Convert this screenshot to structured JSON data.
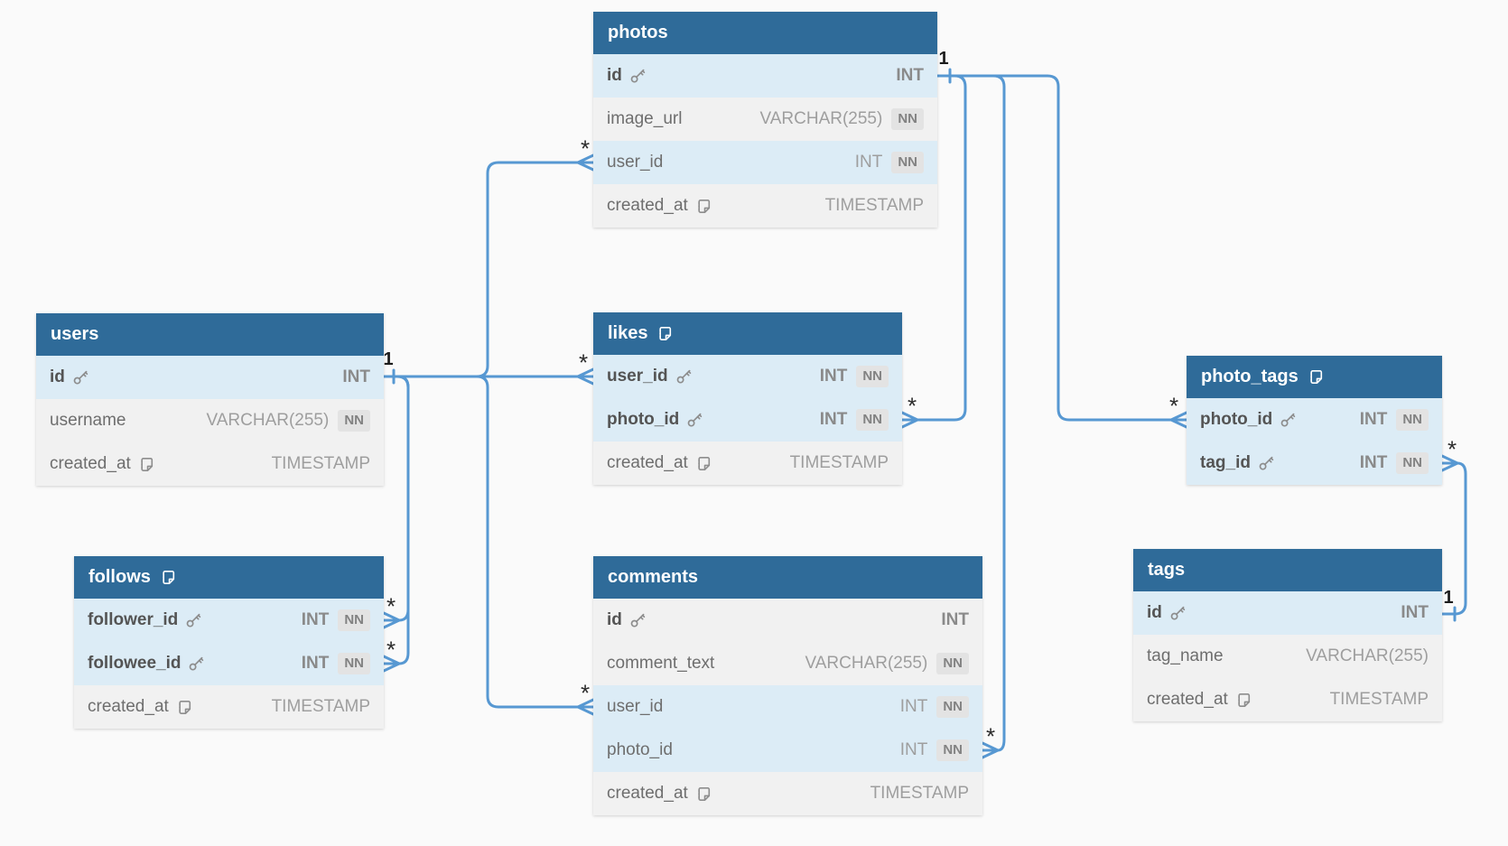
{
  "diagram": {
    "nn_badge_label": "NN",
    "colors": {
      "background": "#fafafa",
      "table_header": "#2f6b99",
      "highlight_row": "#dcecf6",
      "plain_row": "#f1f1f1",
      "relationship_line": "#5798d2"
    },
    "tables": [
      {
        "name": "photos",
        "note": false,
        "columns": [
          {
            "name": "id",
            "key": true,
            "note": false,
            "type": "INT",
            "nn": false,
            "highlight": true
          },
          {
            "name": "image_url",
            "key": false,
            "note": false,
            "type": "VARCHAR(255)",
            "nn": true,
            "highlight": false
          },
          {
            "name": "user_id",
            "key": false,
            "note": false,
            "type": "INT",
            "nn": true,
            "highlight": true
          },
          {
            "name": "created_at",
            "key": false,
            "note": true,
            "type": "TIMESTAMP",
            "nn": false,
            "highlight": false
          }
        ]
      },
      {
        "name": "users",
        "note": false,
        "columns": [
          {
            "name": "id",
            "key": true,
            "note": false,
            "type": "INT",
            "nn": false,
            "highlight": true
          },
          {
            "name": "username",
            "key": false,
            "note": false,
            "type": "VARCHAR(255)",
            "nn": true,
            "highlight": false
          },
          {
            "name": "created_at",
            "key": false,
            "note": true,
            "type": "TIMESTAMP",
            "nn": false,
            "highlight": false
          }
        ]
      },
      {
        "name": "follows",
        "note": true,
        "columns": [
          {
            "name": "follower_id",
            "key": true,
            "note": false,
            "type": "INT",
            "nn": true,
            "highlight": true
          },
          {
            "name": "followee_id",
            "key": true,
            "note": false,
            "type": "INT",
            "nn": true,
            "highlight": true
          },
          {
            "name": "created_at",
            "key": false,
            "note": true,
            "type": "TIMESTAMP",
            "nn": false,
            "highlight": false
          }
        ]
      },
      {
        "name": "likes",
        "note": true,
        "columns": [
          {
            "name": "user_id",
            "key": true,
            "note": false,
            "type": "INT",
            "nn": true,
            "highlight": true
          },
          {
            "name": "photo_id",
            "key": true,
            "note": false,
            "type": "INT",
            "nn": true,
            "highlight": true
          },
          {
            "name": "created_at",
            "key": false,
            "note": true,
            "type": "TIMESTAMP",
            "nn": false,
            "highlight": false
          }
        ]
      },
      {
        "name": "comments",
        "note": false,
        "columns": [
          {
            "name": "id",
            "key": true,
            "note": false,
            "type": "INT",
            "nn": false,
            "highlight": false
          },
          {
            "name": "comment_text",
            "key": false,
            "note": false,
            "type": "VARCHAR(255)",
            "nn": true,
            "highlight": false
          },
          {
            "name": "user_id",
            "key": false,
            "note": false,
            "type": "INT",
            "nn": true,
            "highlight": true
          },
          {
            "name": "photo_id",
            "key": false,
            "note": false,
            "type": "INT",
            "nn": true,
            "highlight": true
          },
          {
            "name": "created_at",
            "key": false,
            "note": true,
            "type": "TIMESTAMP",
            "nn": false,
            "highlight": false
          }
        ]
      },
      {
        "name": "photo_tags",
        "note": true,
        "columns": [
          {
            "name": "photo_id",
            "key": true,
            "note": false,
            "type": "INT",
            "nn": true,
            "highlight": true
          },
          {
            "name": "tag_id",
            "key": true,
            "note": false,
            "type": "INT",
            "nn": true,
            "highlight": true
          }
        ]
      },
      {
        "name": "tags",
        "note": false,
        "columns": [
          {
            "name": "id",
            "key": true,
            "note": false,
            "type": "INT",
            "nn": false,
            "highlight": true
          },
          {
            "name": "tag_name",
            "key": false,
            "note": false,
            "type": "VARCHAR(255)",
            "nn": false,
            "highlight": false
          },
          {
            "name": "created_at",
            "key": false,
            "note": true,
            "type": "TIMESTAMP",
            "nn": false,
            "highlight": false
          }
        ]
      }
    ],
    "relationships": [
      {
        "from": "users.id",
        "to": "photos.user_id",
        "one_label": "1",
        "many_label": "*"
      },
      {
        "from": "users.id",
        "to": "likes.user_id",
        "one_label": "1",
        "many_label": "*"
      },
      {
        "from": "users.id",
        "to": "comments.user_id",
        "one_label": "1",
        "many_label": "*"
      },
      {
        "from": "users.id",
        "to": "follows.follower_id",
        "one_label": "1",
        "many_label": "*"
      },
      {
        "from": "users.id",
        "to": "follows.followee_id",
        "one_label": "1",
        "many_label": "*"
      },
      {
        "from": "photos.id",
        "to": "likes.photo_id",
        "one_label": "1",
        "many_label": "*"
      },
      {
        "from": "photos.id",
        "to": "comments.photo_id",
        "one_label": "1",
        "many_label": "*"
      },
      {
        "from": "photos.id",
        "to": "photo_tags.photo_id",
        "one_label": "1",
        "many_label": "*"
      },
      {
        "from": "tags.id",
        "to": "photo_tags.tag_id",
        "one_label": "1",
        "many_label": "*"
      }
    ]
  }
}
